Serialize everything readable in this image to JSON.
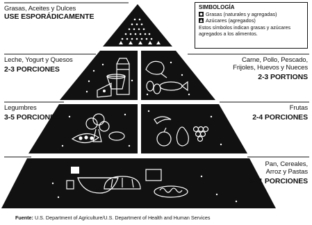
{
  "tiers": {
    "top": {
      "name": "Grasas, Aceites y Dulces",
      "servings": "USE ESPORÁDICAMENTE"
    },
    "dairy": {
      "name": [
        "Leche, Yogurt y Quesos"
      ],
      "servings": "2-3 PORCIONES"
    },
    "meat": {
      "name": [
        "Carne, Pollo, Pescado,",
        "Frijoles, Huevos y Nueces"
      ],
      "servings": "2-3 PORTIONS"
    },
    "veg": {
      "name": [
        "Legumbres"
      ],
      "servings": "3-5 PORCIONES"
    },
    "fruit": {
      "name": [
        "Frutas"
      ],
      "servings": "2-4 PORCIONES"
    },
    "grain": {
      "name": [
        "Pan, Cereales,",
        "Arroz y Pastas"
      ],
      "servings": "6-11 PORCIONES"
    }
  },
  "legend": {
    "title": "SIMBOLOGÍA",
    "fat_label": "Grasas (naturales y agregadas)",
    "sugar_label": "Azúcares (agregados)",
    "note": "Estos símbolos indican grasas y azúcares agregados a los alimentos."
  },
  "source": {
    "label": "Fuente:",
    "text": "U.S. Department of Agriculture/U.S. Department of Health and Human Services"
  },
  "icons": [
    "fat-symbol-icon",
    "sugar-symbol-icon",
    "milk-carton-icon",
    "cheese-icon",
    "yogurt-icon",
    "chicken-icon",
    "fish-icon",
    "egg-icon",
    "broccoli-icon",
    "pea-pod-icon",
    "apple-icon",
    "grapes-icon",
    "pear-icon",
    "banana-icon",
    "bread-loaf-icon",
    "cereal-bowl-icon",
    "pasta-plate-icon"
  ],
  "colors": {
    "tier_fill": "#111111",
    "line": "#111111",
    "background": "#ffffff"
  }
}
